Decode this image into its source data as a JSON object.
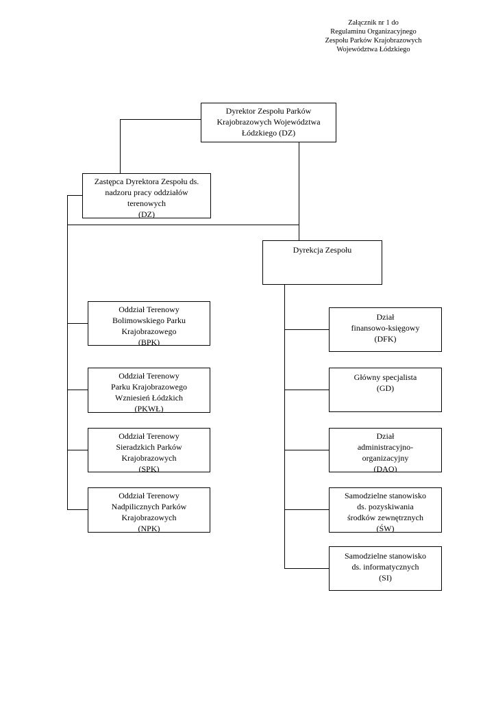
{
  "page": {
    "background": "#ffffff",
    "text_color": "#000000",
    "header_note": {
      "lines": [
        "Załącznik nr 1 do",
        "Regulaminu Organizacyjnego",
        "Zespołu Parków Krajobrazowych",
        "Województwa Łódzkiego"
      ]
    }
  },
  "org_chart": {
    "type": "organizational-chart",
    "nodes": {
      "dyrektor": {
        "abbr": "DZ",
        "lines": [
          "Dyrektor Zespołu Parków",
          "Krajobrazowych Województwa",
          "Łódzkiego (DZ)"
        ]
      },
      "zastepca": {
        "abbr": "DZ",
        "lines": [
          "Zastępca Dyrektora Zespołu ds.",
          "nadzoru pracy oddziałów",
          "terenowych",
          "(DZ)"
        ]
      },
      "dyrekcja": {
        "abbr": "",
        "lines": [
          "Dyrekcja Zespołu"
        ]
      },
      "bpk": {
        "abbr": "BPK",
        "lines": [
          "Oddział Terenowy",
          "Bolimowskiego Parku",
          "Krajobrazowego",
          "(BPK)"
        ]
      },
      "pkwl": {
        "abbr": "PKWŁ",
        "lines": [
          "Oddział Terenowy",
          "Parku Krajobrazowego",
          "Wzniesień Łódzkich",
          "(PKWŁ)"
        ]
      },
      "spk": {
        "abbr": "SPK",
        "lines": [
          "Oddział Terenowy",
          "Sieradzkich Parków",
          "Krajobrazowych",
          "(SPK)"
        ]
      },
      "npk": {
        "abbr": "NPK",
        "lines": [
          "Oddział Terenowy",
          "Nadpilicznych Parków",
          "Krajobrazowych",
          "(NPK)"
        ]
      },
      "dfk": {
        "abbr": "DFK",
        "lines": [
          "Dział",
          "finansowo-księgowy",
          "(DFK)"
        ]
      },
      "gd": {
        "abbr": "GD",
        "lines": [
          "Główny specjalista",
          "(GD)"
        ]
      },
      "dao": {
        "abbr": "DAO",
        "lines": [
          "Dział",
          "administracyjno-",
          "organizacyjny",
          "(DAO)"
        ]
      },
      "sw": {
        "abbr": "ŚW",
        "lines": [
          "Samodzielne stanowisko",
          "ds. pozyskiwania",
          "środków zewnętrznych",
          "(ŚW)"
        ]
      },
      "si": {
        "abbr": "SI",
        "lines": [
          "Samodzielne stanowisko",
          "ds. informatycznych",
          "(SI)"
        ]
      }
    }
  }
}
